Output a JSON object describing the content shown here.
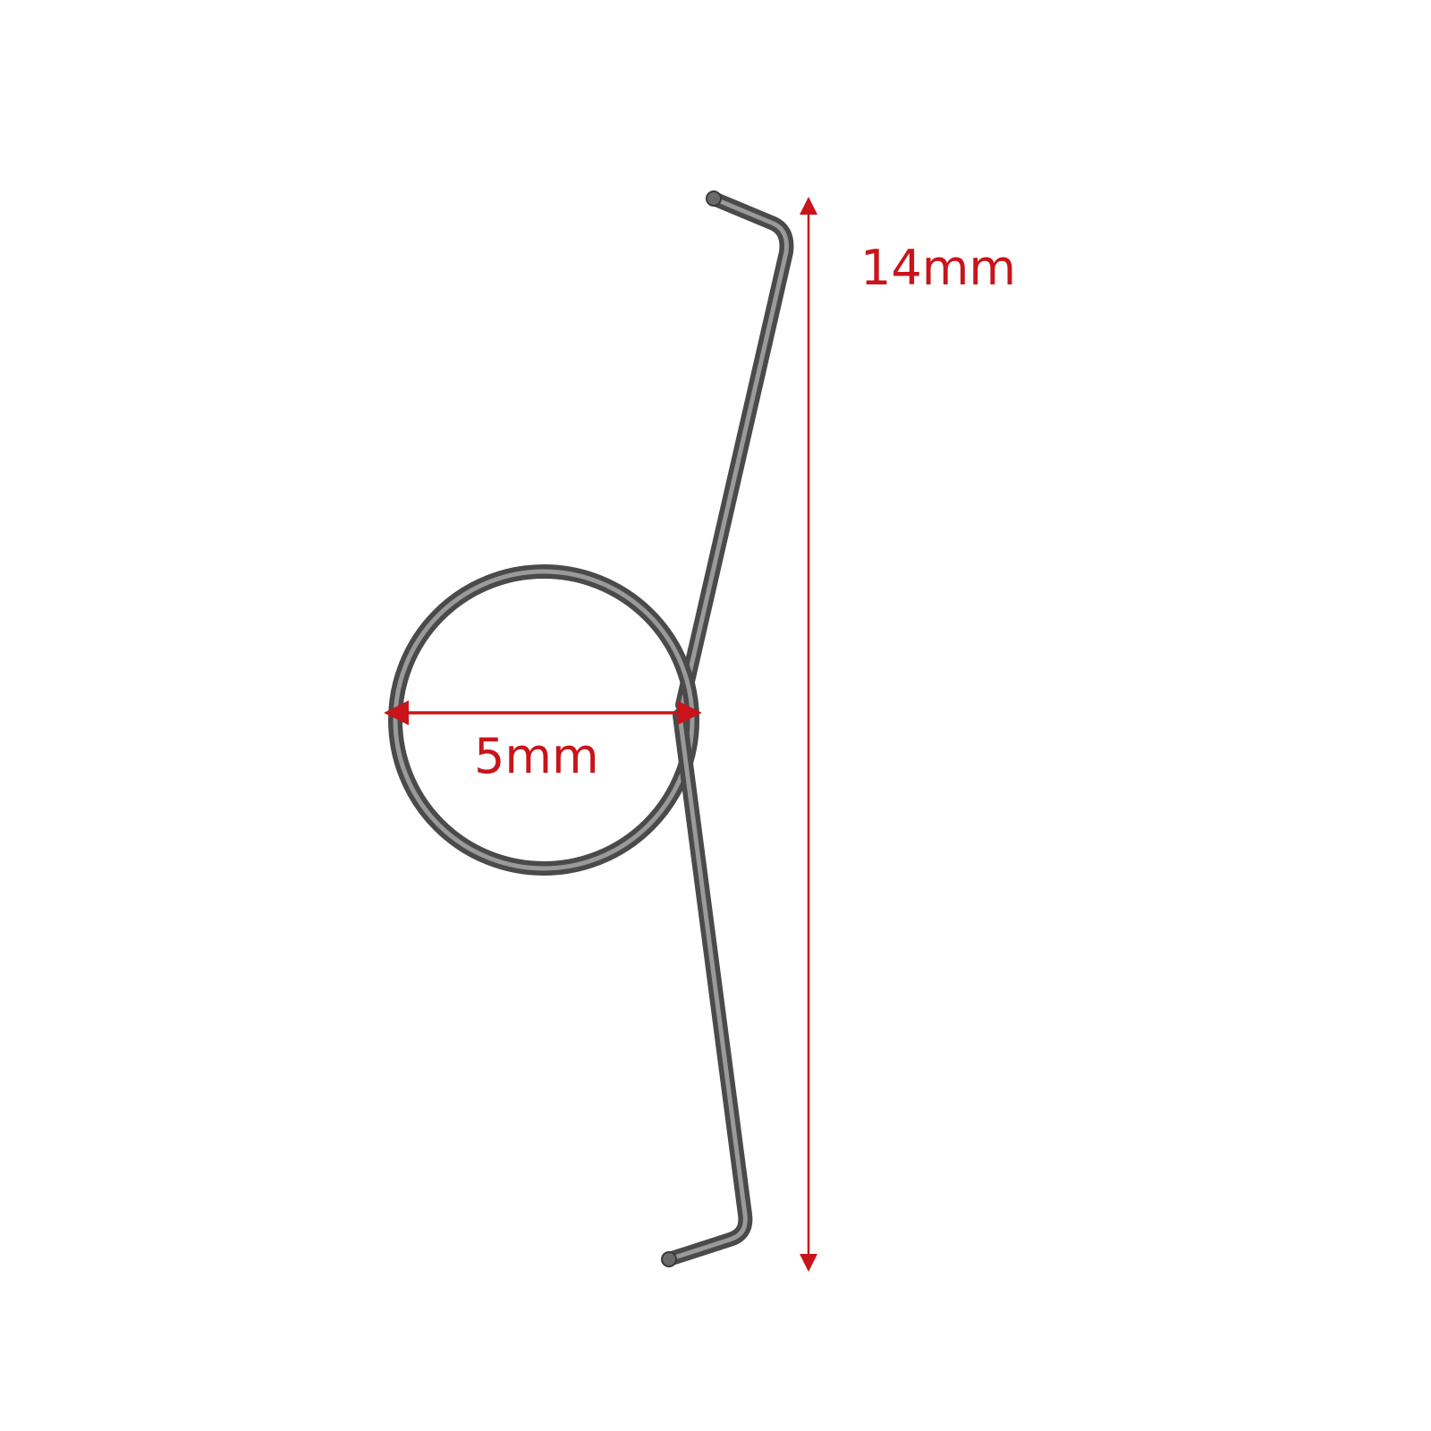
{
  "image": {
    "subject": "torsion-spring",
    "colors": {
      "background": "#ffffff",
      "wire": "#4a4a4a",
      "wire_highlight": "#8a8a8a",
      "dimension": "#c8141a"
    }
  },
  "dimensions": {
    "length_label": "14mm",
    "coil_diameter_label": "5mm"
  }
}
